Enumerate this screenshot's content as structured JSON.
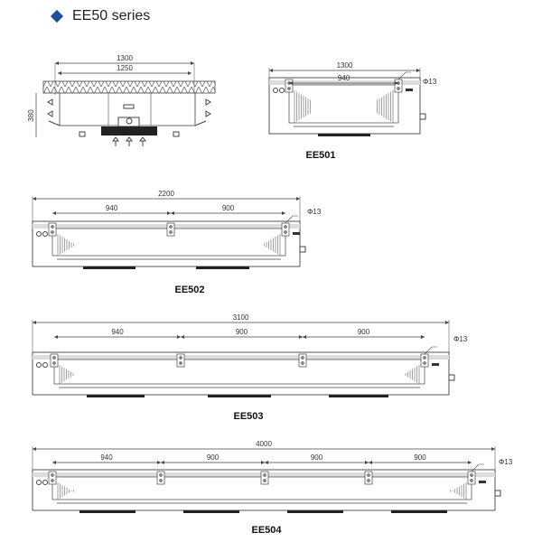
{
  "header": {
    "title": "EE50 series",
    "bullet_color": "#1f4e9a"
  },
  "side_view": {
    "width_outer": "1300",
    "width_inner": "1250",
    "height": "380"
  },
  "units": [
    {
      "model": "EE501",
      "overall": "1300",
      "segments": [
        "940"
      ],
      "pipe": "Φ13"
    },
    {
      "model": "EE502",
      "overall": "2200",
      "segments": [
        "940",
        "900"
      ],
      "pipe": "Φ13"
    },
    {
      "model": "EE503",
      "overall": "3100",
      "segments": [
        "940",
        "900",
        "900"
      ],
      "pipe": "Φ13"
    },
    {
      "model": "EE504",
      "overall": "4000",
      "segments": [
        "940",
        "900",
        "900",
        "900"
      ],
      "pipe": "Φ13"
    }
  ]
}
